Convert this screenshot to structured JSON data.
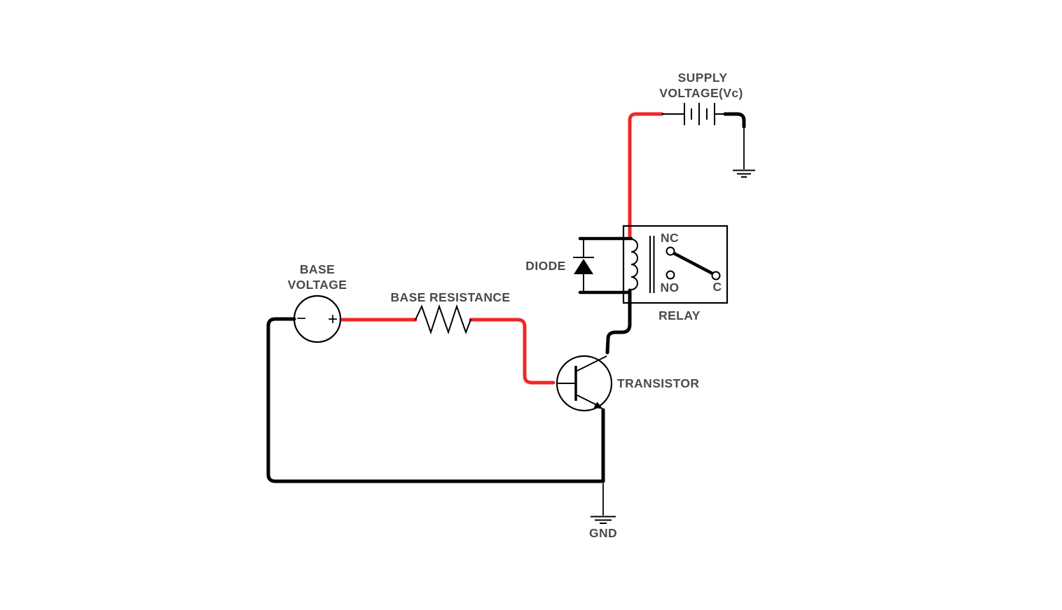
{
  "colors": {
    "background": "#ffffff",
    "wire_red": "#ee2728",
    "wire_black": "#000000",
    "outline": "#000000",
    "label_text": "#4a4a4a"
  },
  "labels": {
    "supply_voltage_line1": "SUPPLY",
    "supply_voltage_line2": "VOLTAGE(Vc)",
    "diode": "DIODE",
    "relay": "RELAY",
    "contact_nc": "NC",
    "contact_no": "NO",
    "contact_c": "C",
    "base_voltage_line1": "BASE",
    "base_voltage_line2": "VOLTAGE",
    "base_resistance": "BASE RESISTANCE",
    "transistor": "TRANSISTOR",
    "gnd": "GND",
    "source_minus": "−",
    "source_plus": "+"
  },
  "components": [
    {
      "name": "supply-battery-icon",
      "label": "SUPPLY VOLTAGE(Vc)"
    },
    {
      "name": "relay-icon",
      "label": "RELAY",
      "contacts": [
        "NC",
        "NO",
        "C"
      ],
      "switch_position": "C connected to NC"
    },
    {
      "name": "flyback-diode-icon",
      "label": "DIODE"
    },
    {
      "name": "npn-transistor-icon",
      "label": "TRANSISTOR"
    },
    {
      "name": "base-voltage-source-icon",
      "label": "BASE VOLTAGE",
      "polarity_left": "−",
      "polarity_right": "+"
    },
    {
      "name": "base-resistor-icon",
      "label": "BASE RESISTANCE"
    },
    {
      "name": "ground-icon",
      "label": "GND"
    }
  ]
}
